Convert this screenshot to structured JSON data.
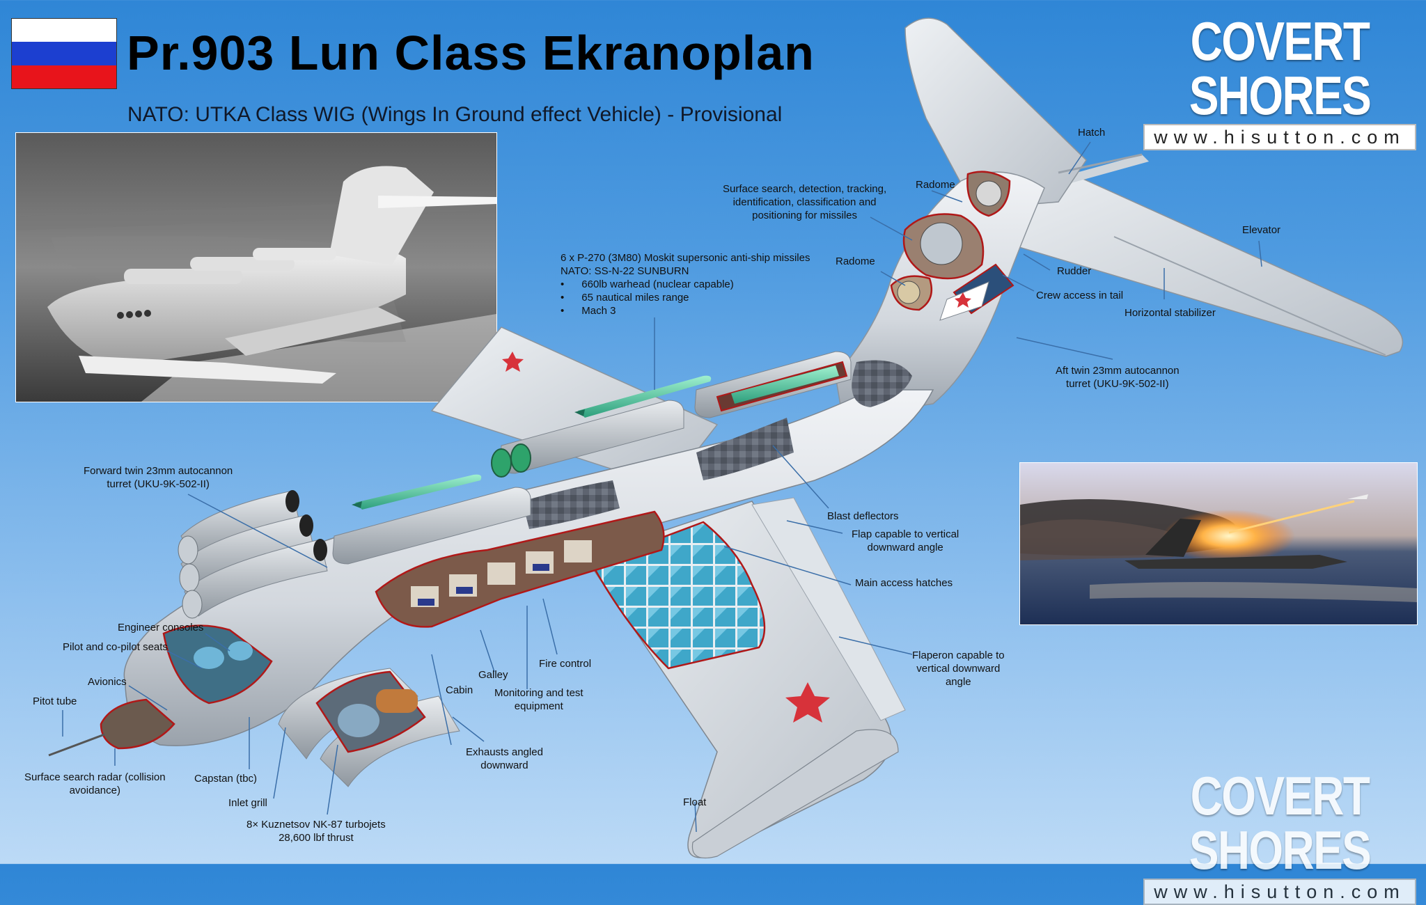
{
  "header": {
    "title": "Pr.903 Lun Class Ekranoplan",
    "subtitle": "NATO: UTKA Class WIG (Wings In Ground effect Vehicle) - Provisional"
  },
  "logo": {
    "name": "COVERT SHORES",
    "url": "www.hisutton.com"
  },
  "colors": {
    "flag_white": "#ffffff",
    "flag_blue": "#1c3fd0",
    "flag_red": "#e8141b",
    "background_top": "#2f86d6",
    "hull": "#d8dde3",
    "cutaway_outline": "#b01818",
    "missile": "#5fd0a8",
    "leader_line": "#3a6ea8"
  },
  "labels": {
    "hatch": "Hatch",
    "radome_top": "Radome",
    "surface_search": [
      "Surface search, detection, tracking,",
      "identification, classification and",
      "positioning for missiles"
    ],
    "elevator": "Elevator",
    "radome_mid": "Radome",
    "rudder": "Rudder",
    "crew_access": "Crew access in tail",
    "horizontal_stabilizer": "Horizontal stabilizer",
    "missiles_main": [
      "6 x P-270 (3M80) Moskit supersonic anti-ship missiles",
      "NATO: SS-N-22 SUNBURN"
    ],
    "missile_bullets": [
      "660lb warhead (nuclear capable)",
      "65 nautical miles range",
      "Mach 3"
    ],
    "aft_turret": [
      "Aft twin 23mm autocannon",
      "turret (UKU-9K-502-II)"
    ],
    "forward_turret": [
      "Forward twin 23mm autocannon",
      "turret (UKU-9K-502-II)"
    ],
    "blast_deflectors": "Blast deflectors",
    "flap": [
      "Flap capable to vertical",
      "downward angle"
    ],
    "main_access": "Main access hatches",
    "engineer_consoles": "Engineer consoles",
    "pilot_seats": "Pilot and co-pilot seats",
    "avionics": "Avionics",
    "pitot_tube": "Pitot tube",
    "cabin": "Cabin",
    "galley": "Galley",
    "fire_control": "Fire control",
    "monitoring": [
      "Monitoring and test",
      "equipment"
    ],
    "flaperon": [
      "Flaperon capable to",
      "vertical downward",
      "angle"
    ],
    "exhausts": [
      "Exhausts angled",
      "downward"
    ],
    "surface_radar": [
      "Surface search radar (collision",
      "avoidance)"
    ],
    "capstan": "Capstan (tbc)",
    "inlet_grill": "Inlet grill",
    "turbojets": [
      "8× Kuznetsov NK-87 turbojets",
      "28,600 lbf thrust"
    ],
    "float": "Float"
  }
}
